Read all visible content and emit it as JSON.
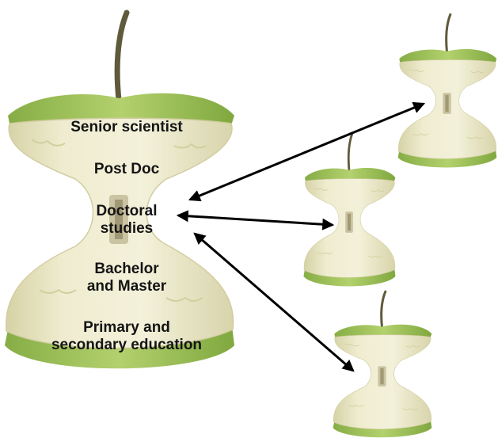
{
  "main_apple": {
    "labels": [
      "Senior scientist",
      "Post Doc",
      "Doctoral\nstudies",
      "Bachelor\nand Master",
      "Primary and\nsecondary education"
    ]
  },
  "side_apples": [
    {
      "name": "top-right"
    },
    {
      "name": "middle-right"
    },
    {
      "name": "bottom-right"
    }
  ],
  "arrows": [
    {
      "from": "doctoral-studies",
      "to": "top-right-apple",
      "style": "double-headed"
    },
    {
      "from": "doctoral-studies",
      "to": "middle-right-apple",
      "style": "double-headed"
    },
    {
      "from": "doctoral-studies",
      "to": "bottom-right-apple",
      "style": "double-headed"
    }
  ],
  "colors": {
    "skin_green": "#9cc25a",
    "skin_dark": "#6f9a36",
    "flesh": "#ece9c9",
    "flesh_shadow": "#d9d5ad",
    "stem": "#5f5a3c",
    "arrow": "#000000",
    "text": "#141414"
  }
}
